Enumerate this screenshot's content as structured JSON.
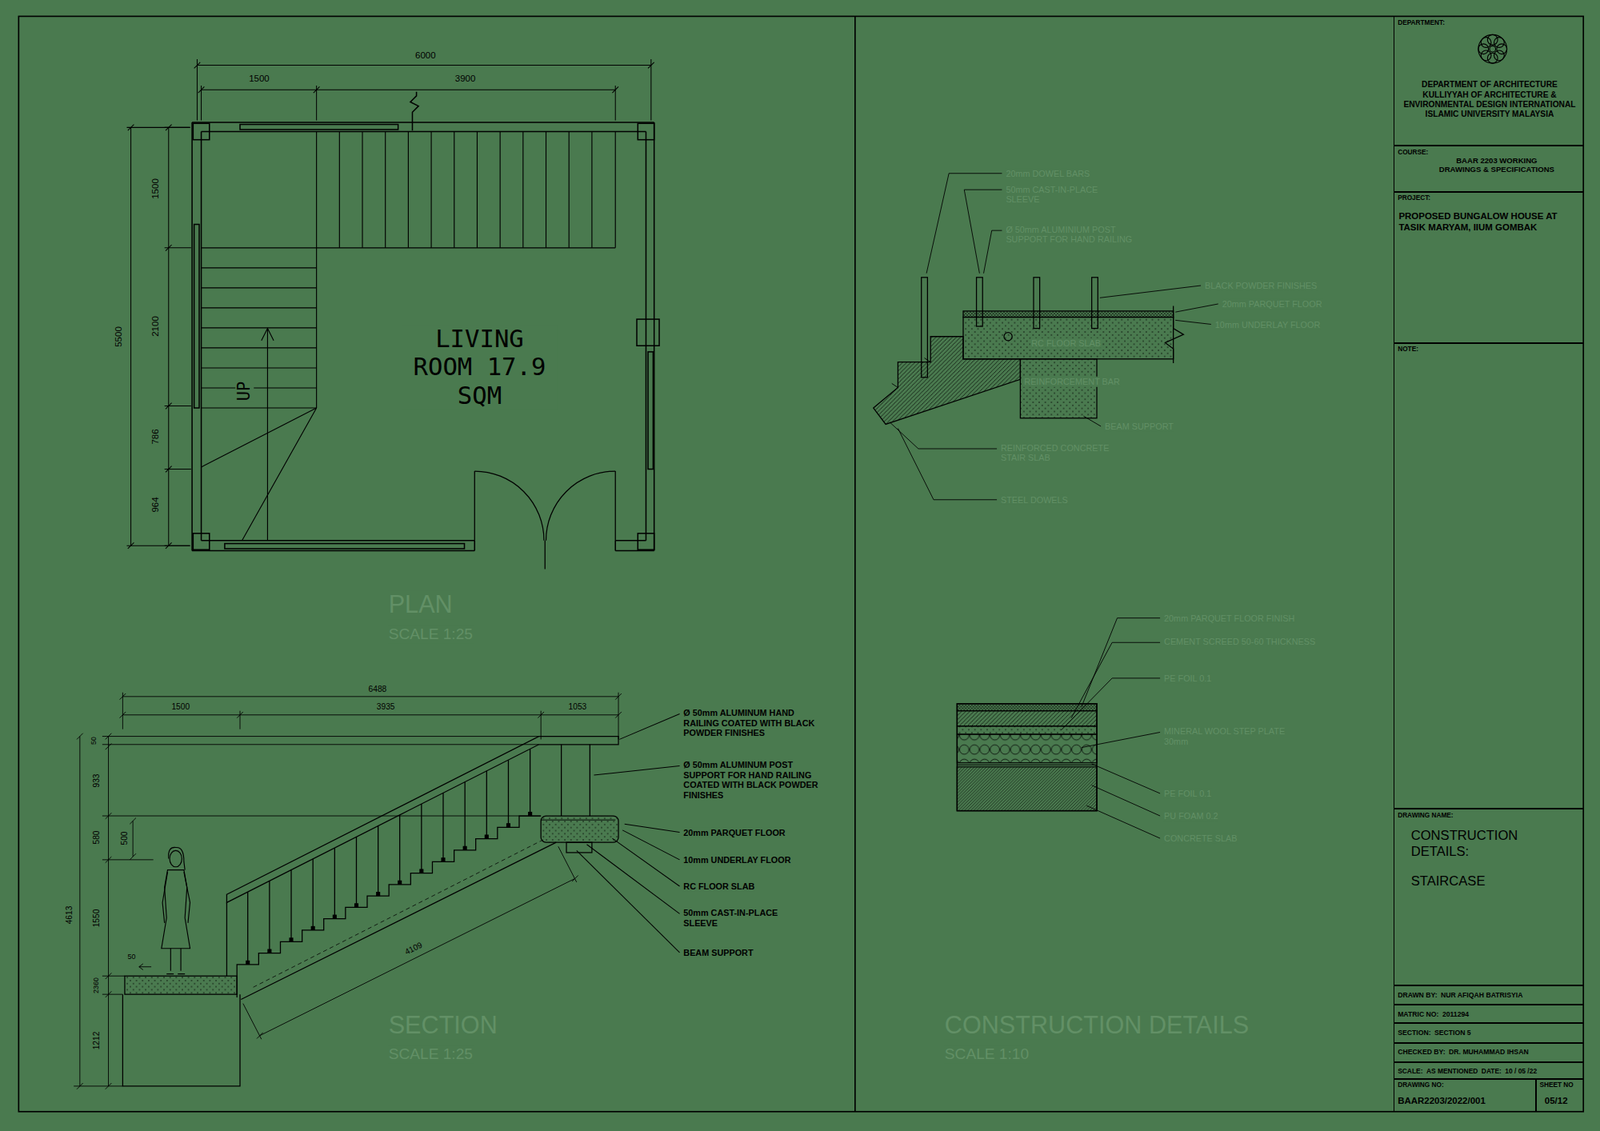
{
  "diagram": {
    "nodes": [
      {
        "text": [
          "DEPARTMENT:",
          "DEPARTMENT OF ARCHITECTURE KULLIYYAH OF ARCHITECTURE & ENVIRONMENTAL DESIGN INTERNATIONAL ISLAMIC UNIVERSITY MALAYSIA"
        ]
      },
      {
        "text": [
          "COURSE:",
          "BAAR 2203 WORKING DRAWINGS & SPECIFICATIONS"
        ]
      },
      {
        "text": [
          "PROJECT:",
          "PROPOSED BUNGALOW HOUSE AT TASIK MARYAM, IIUM GOMBAK"
        ]
      },
      {
        "text": [
          "NOTE:"
        ]
      },
      {
        "text": [
          "DRAWING NAME:",
          "CONSTRUCTION DETAILS:",
          "STAIRCASE"
        ]
      },
      {
        "text": [
          "DRAWN BY:",
          "NUR AFIQAH BATRISYIA"
        ]
      },
      {
        "text": [
          "MATRIC NO:",
          "2011294"
        ]
      },
      {
        "text": [
          "SECTION:",
          "SECTION 5"
        ]
      },
      {
        "text": [
          "CHECKED BY:",
          "DR. MUHAMMAD IHSAN"
        ]
      },
      {
        "text": [
          "SCALE:",
          "AS MENTIONED",
          "DATE:",
          "10 / 05 /22"
        ]
      },
      {
        "text": [
          "DRAWING NO:",
          "BAAR2203/2022/001"
        ]
      },
      {
        "text": [
          "SHEET NO",
          "05/12"
        ]
      }
    ],
    "labels": [
      "6000",
      "1500",
      "3900",
      "5500",
      "1500",
      "2100",
      "786",
      "964",
      "LIVING ROOM 17.9 SQM",
      "UP",
      "PLAN",
      "SCALE 1:25",
      "6488",
      "1500",
      "3935",
      "1053",
      "4613",
      "50",
      "933",
      "580",
      "500",
      "1550",
      "50",
      "2360",
      "1212",
      "4109",
      "Ø 50mm ALUMINUM HAND RAILING COATED WITH BLACK POWDER FINISHES",
      "Ø 50mm ALUMINUM POST SUPPORT FOR HAND RAILING COATED WITH BLACK POWDER FINISHES",
      "20mm PARQUET FLOOR",
      "10mm UNDERLAY FLOOR",
      "RC FLOOR SLAB",
      "50mm CAST-IN-PLACE SLEEVE",
      "BEAM SUPPORT",
      "SECTION",
      "SCALE 1:25",
      "20mm DOWEL BARS",
      "50mm CAST-IN-PLACE SLEEVE",
      "Ø 50mm ALUMINIUM POST SUPPORT FOR HAND RAILING",
      "BLACK POWDER FINISHES",
      "20mm PARQUET FLOOR",
      "10mm UNDERLAY FLOOR",
      "RC FLOOR SLAB",
      "REINFORCEMENT BAR",
      "BEAM SUPPORT",
      "REINFORCED CONCRETE STAIR SLAB",
      "STEEL DOWELS",
      "20mm PARQUET FLOOR FINISH",
      "CEMENT SCREED 50-60 THICKNESS",
      "PE FOIL 0.1",
      "MINERAL WOOL STEP PLATE 30mm",
      "PE FOIL 0.1",
      "PU FOAM 0.2",
      "CONCRETE SLAB",
      "CONSTRUCTION DETAILS",
      "SCALE 1:10"
    ]
  }
}
